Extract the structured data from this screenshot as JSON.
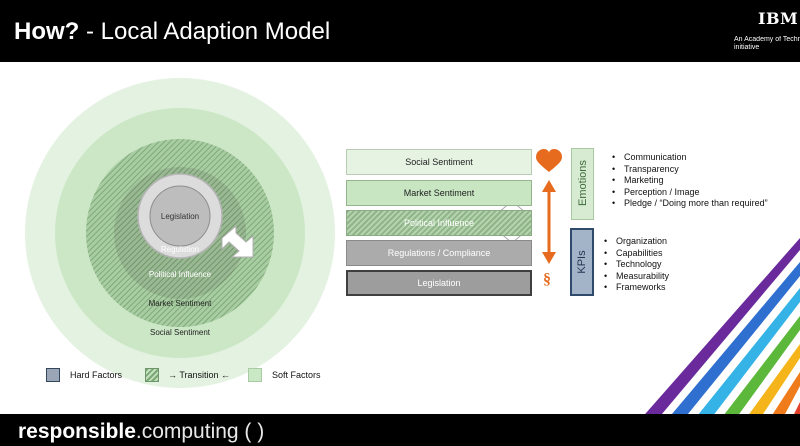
{
  "header": {
    "title_bold": "How?",
    "title_rest": " - Local Adaption Model",
    "logo": "IBM",
    "academy_line1": "An Academy of Technology",
    "academy_line2": "initiative"
  },
  "circles": {
    "legislation": "Legislation",
    "regulation": "Regulation",
    "political": "Political Influence",
    "market": "Market Sentiment",
    "social": "Social Sentiment"
  },
  "bars": {
    "social": "Social Sentiment",
    "market": "Market Sentiment",
    "political": "Political Influence",
    "regulations": "Regulations / Compliance",
    "legislation": "Legislation"
  },
  "icons": {
    "heart": "heart-icon",
    "section": "§",
    "arrows": "up-down-arrow-icon"
  },
  "emotions": {
    "label": "Emotions",
    "items": [
      "Communication",
      "Transparency",
      "Marketing",
      "Perception / Image",
      "Pledge / “Doing more than required”"
    ]
  },
  "kpis": {
    "label": "KPIs",
    "items": [
      "Organization",
      "Capabilities",
      "Technology",
      "Measurability",
      "Frameworks"
    ]
  },
  "legend": {
    "hard": "Hard Factors",
    "transition": "→ Transition ←",
    "soft": "Soft Factors"
  },
  "footer": {
    "brand_bold": "responsible",
    "brand_rest": ".computing ( )"
  },
  "colors": {
    "header_bg": "#000000",
    "soft_green": "#cbe8c6",
    "hard_blue": "#33465e",
    "accent_orange": "#e66b1e",
    "stripe_colors": [
      "#6a2a9c",
      "#2f6fd0",
      "#35b3e6",
      "#5cb83a",
      "#f4b41a",
      "#ef7b1a",
      "#e0402a"
    ]
  }
}
